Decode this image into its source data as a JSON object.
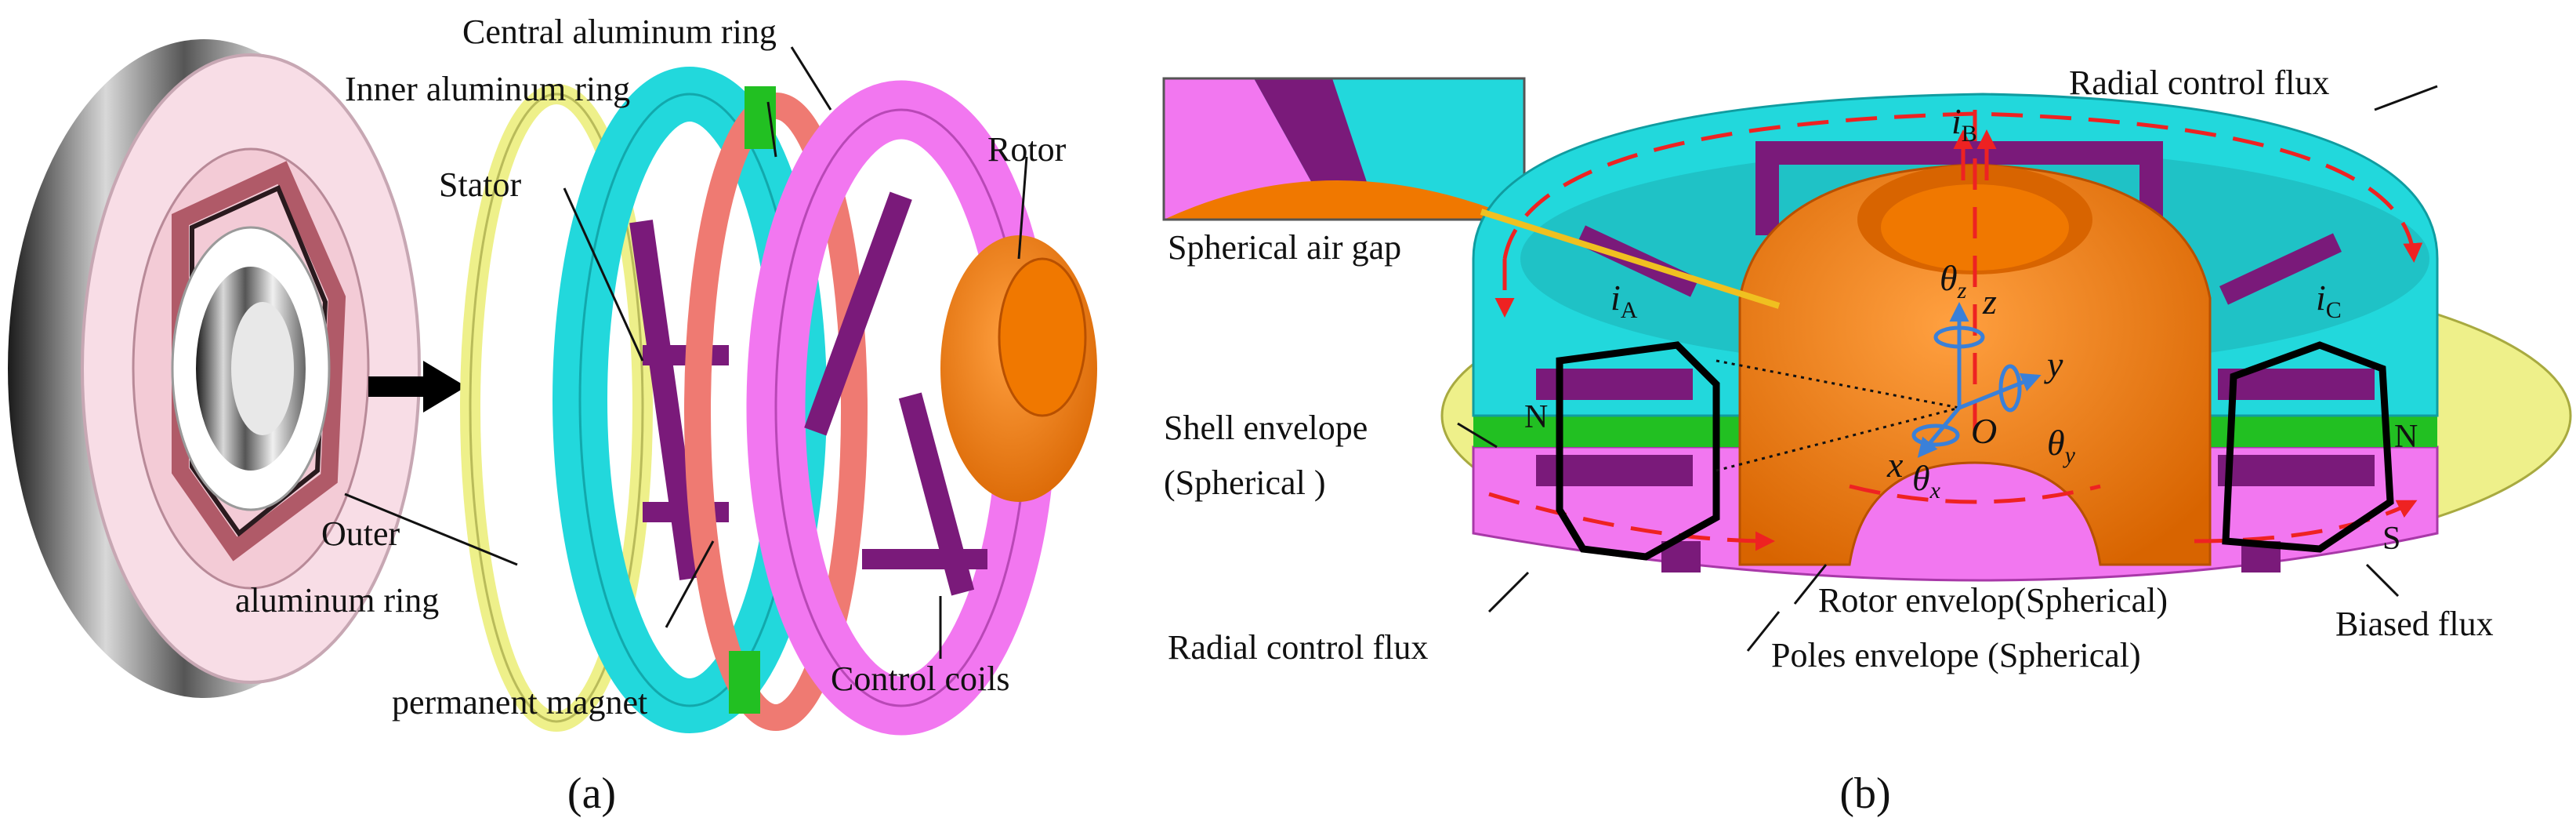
{
  "panel_a": {
    "caption": "(a)",
    "labels": {
      "central_ring": "Central aluminum ring",
      "inner_ring": "Inner aluminum ring",
      "stator": "Stator",
      "rotor": "Rotor",
      "outer_ring_1": "Outer",
      "outer_ring_2": "aluminum ring",
      "permanent_magnet": "permanent magnet",
      "control_coils": "Control coils"
    }
  },
  "panel_b": {
    "caption": "(b)",
    "labels": {
      "radial_flux_top": "Radial control flux",
      "spherical_gap": "Spherical air gap",
      "shell_envelope_1": "Shell envelope",
      "shell_envelope_2": "(Spherical )",
      "radial_flux_bottom": "Radial control flux",
      "rotor_envelop": "Rotor envelop(Spherical)",
      "poles_envelope": "Poles envelope (Spherical)",
      "biased_flux": "Biased flux",
      "pole_n_left": "N",
      "pole_n_right": "N",
      "pole_s_right": "S"
    },
    "math": {
      "current_a": "i",
      "current_a_sub": "A",
      "current_b": "i",
      "current_b_sub": "B",
      "current_c": "i",
      "current_c_sub": "C",
      "origin": "O",
      "axis_x": "x",
      "axis_y": "y",
      "axis_z": "z",
      "theta_x": "θ",
      "theta_x_sub": "x",
      "theta_y": "θ",
      "theta_y_sub": "y",
      "theta_z": "θ",
      "theta_z_sub": "z"
    }
  },
  "colors": {
    "stator_cyan": "#22d8dc",
    "rotor_orange": "#f07800",
    "coil_purple": "#7a1a7a",
    "ring_pink": "#f277f0",
    "ring_yellow": "#eef08a",
    "ring_salmon": "#ef7a72",
    "magnet_green": "#22c022",
    "flux_red": "#ee2222"
  }
}
